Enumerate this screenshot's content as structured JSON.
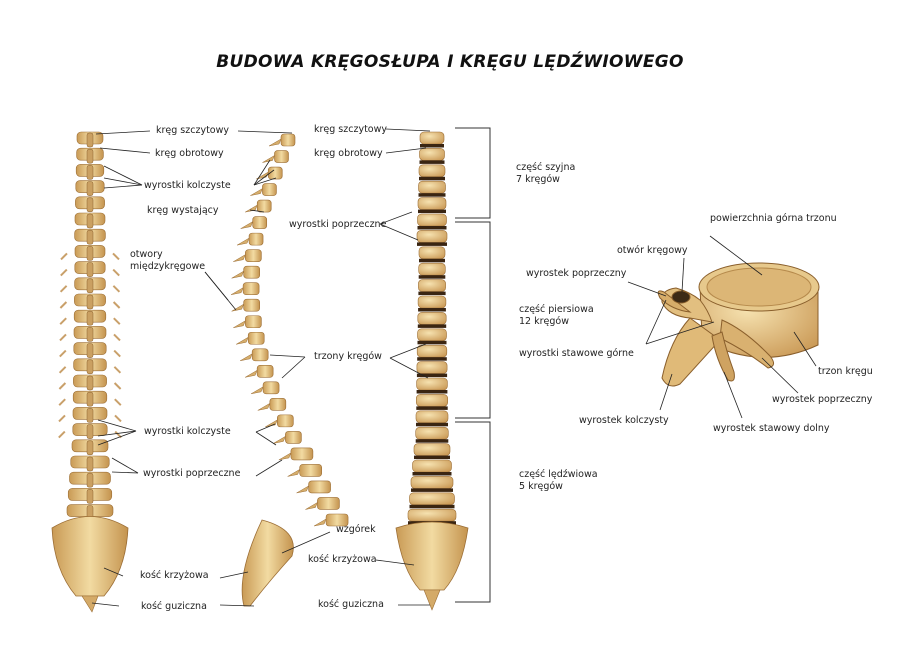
{
  "title": "BUDOWA KRĘGOSŁUPA I KRĘGU LĘDŹWIOWEGO",
  "colors": {
    "bone": "#e9c98a",
    "bone_dark": "#b9894a",
    "disc": "#3a2512",
    "line": "#222222"
  },
  "posterior_view": {
    "krag_szczytowy": "kręg szczytowy",
    "krag_obrotowy": "kręg obrotowy",
    "wyrostki_kolczyste_top": "wyrostki kolczyste",
    "krag_wystajacy": "kręg wystający",
    "otwory_1": "otwory",
    "otwory_2": "międzykręgowe",
    "wyrostki_kolczyste_bottom": "wyrostki kolczyste",
    "wyrostki_poprzeczne": "wyrostki poprzeczne",
    "kosc_krzyzowa": "kość krzyżowa",
    "kosc_guziczna": "kość guziczna"
  },
  "lateral_view": {
    "trzony_kregow": "trzony kręgów",
    "wzgorek": "wzgórek"
  },
  "anterior_view": {
    "krag_szczytowy": "kręg szczytowy",
    "krag_obrotowy": "kręg obrotowy",
    "wyrostki_poprzeczne": "wyrostki poprzeczne",
    "kosc_krzyzowa": "kość krzyżowa",
    "kosc_guziczna": "kość guziczna"
  },
  "regions": {
    "szyjna_1": "część szyjna",
    "szyjna_2": "7 kręgów",
    "piersiowa_1": "część piersiowa",
    "piersiowa_2": "12 kręgów",
    "ledzwiowa_1": "część lędźwiowa",
    "ledzwiowa_2": "5 kręgów"
  },
  "lumbar_vertebra": {
    "powierzchnia": "powierzchnia górna trzonu",
    "otwor_kregowy": "otwór kręgowy",
    "wyrostek_poprzeczny_left": "wyrostek poprzeczny",
    "wyrostki_stawowe_gorne": "wyrostki stawowe górne",
    "trzon_kregu": "trzon kręgu",
    "wyrostek_poprzeczny_right": "wyrostek poprzeczny",
    "wyrostek_kolczysty": "wyrostek kolczysty",
    "wyrostek_stawowy_dolny": "wyrostek stawowy dolny"
  }
}
